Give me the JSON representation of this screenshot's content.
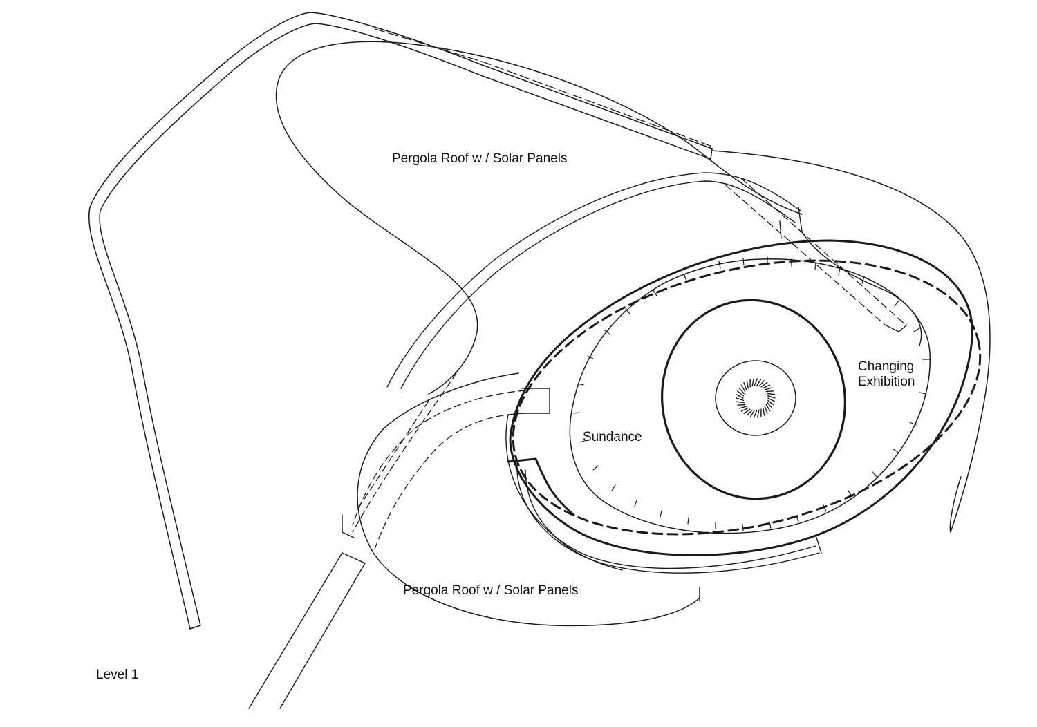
{
  "labels": {
    "pergola_top": "Pergola Roof w / Solar Panels",
    "pergola_bottom": "Pergola Roof w / Solar Panels",
    "changing_exhibition": "Changing\nExhibition",
    "sundance": "Sundance",
    "level": "Level 1"
  },
  "colors": {
    "ink": "#1a1a1a",
    "paper": "#ffffff"
  }
}
